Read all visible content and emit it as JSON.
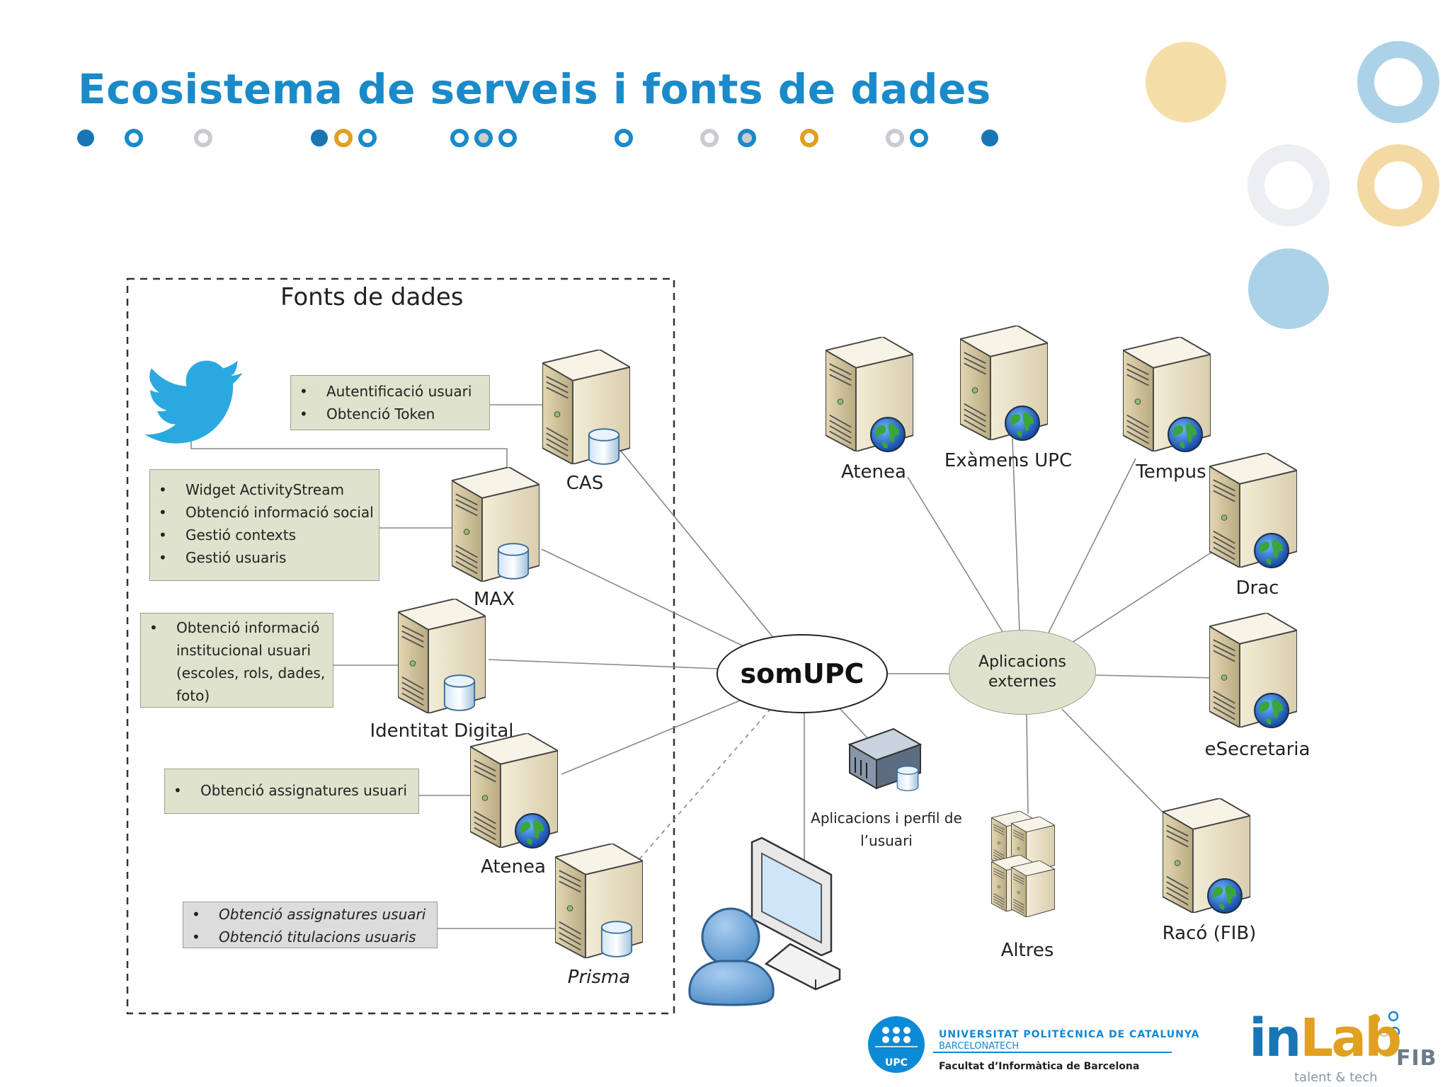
{
  "title": "Ecosistema de serveis i fonts de dades",
  "fonts_section_title": "Fonts de dades",
  "center_node": "somUPC",
  "external_hub": "Aplicacions externes",
  "user_apps_label": "Aplicacions i perfil de l’usuari",
  "source_nodes": {
    "cas": "CAS",
    "max": "MAX",
    "identitat": "Identitat Digital",
    "atenea": "Atenea",
    "prisma": "Prisma"
  },
  "source_boxes": {
    "cas": [
      "Autentificació usuari",
      "Obtenció Token"
    ],
    "max": [
      "Widget ActivityStream",
      "Obtenció informació social",
      "Gestió contexts",
      "Gestió usuaris"
    ],
    "identitat": [
      "Obtenció informació institucional usuari (escoles, rols, dades, foto)"
    ],
    "atenea": [
      "Obtenció assignatures usuari"
    ],
    "prisma": [
      "Obtenció assignatures usuari",
      "Obtenció titulacions usuaris"
    ]
  },
  "external_nodes": {
    "atenea": "Atenea",
    "examens": "Exàmens UPC",
    "tempus": "Tempus",
    "drac": "Drac",
    "esecretaria": "eSecretaria",
    "raco": "Racó (FIB)",
    "altres": "Altres"
  },
  "logos": {
    "upc_badge": "UPC",
    "upc_name": "UNIVERSITAT POLITÈCNICA DE CATALUNYA",
    "upc_sub": "BARCELONATECH",
    "upc_faculty": "Facultat d’Informàtica de Barcelona",
    "inlab": "inLab",
    "fib": "FIB",
    "inlab_tagline": "talent & tech"
  },
  "colors": {
    "accent_blue": "#1a8ac9",
    "dark_blue": "#1d6fa5",
    "orange": "#e0a020",
    "light_grey": "#c8ccd2",
    "box_green": "#dfe3cd",
    "box_grey": "#dcdcdc"
  }
}
